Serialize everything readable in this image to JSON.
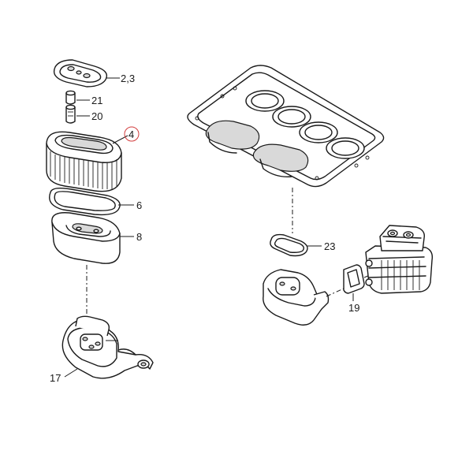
{
  "callouts": {
    "c23": "2,3",
    "c21": "21",
    "c20": "20",
    "c4": "4",
    "c6": "6",
    "c8": "8",
    "c17": "17",
    "c23b": "23",
    "c19": "19"
  },
  "colors": {
    "line": "#1a1a1a",
    "highlight": "#d23c3c",
    "background": "#ffffff"
  }
}
